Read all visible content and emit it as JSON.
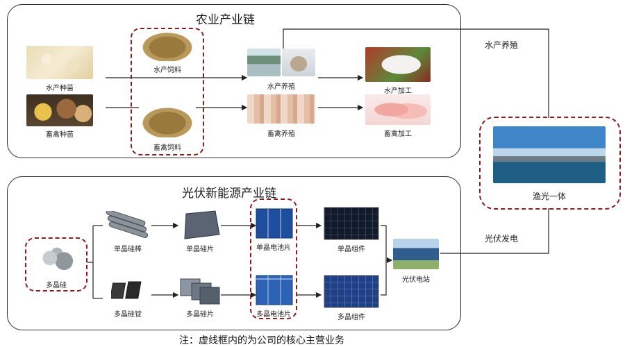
{
  "agri": {
    "title": "农业产业链",
    "aqua_seed": "水产种苗",
    "aqua_feed": "水产饲料",
    "aqua_farming": "水产养殖",
    "aqua_processing": "水产加工",
    "poultry_seed": "畜禽种苗",
    "poultry_feed": "畜禽饲料",
    "poultry_farming": "畜禽养殖",
    "poultry_processing": "畜禽加工"
  },
  "pv": {
    "title": "光伏新能源产业链",
    "polysilicon": "多晶硅",
    "mono_rod": "单晶硅棒",
    "mono_wafer": "单晶硅片",
    "mono_cell": "单晶电池片",
    "mono_module": "单晶组件",
    "multi_ingot": "多晶硅锭",
    "multi_wafer": "多晶硅片",
    "multi_cell": "多晶电池片",
    "multi_module": "多晶组件",
    "pv_station": "光伏电站"
  },
  "fishery_pv": {
    "label": "渔光一体",
    "link_aqua": "水产养殖",
    "link_power": "光伏发电"
  },
  "note": "注：虚线框内的为公司的核心主营业务",
  "colors": {
    "core_dash": "#8b1c1c",
    "panel_border": "#2b2b2b"
  }
}
